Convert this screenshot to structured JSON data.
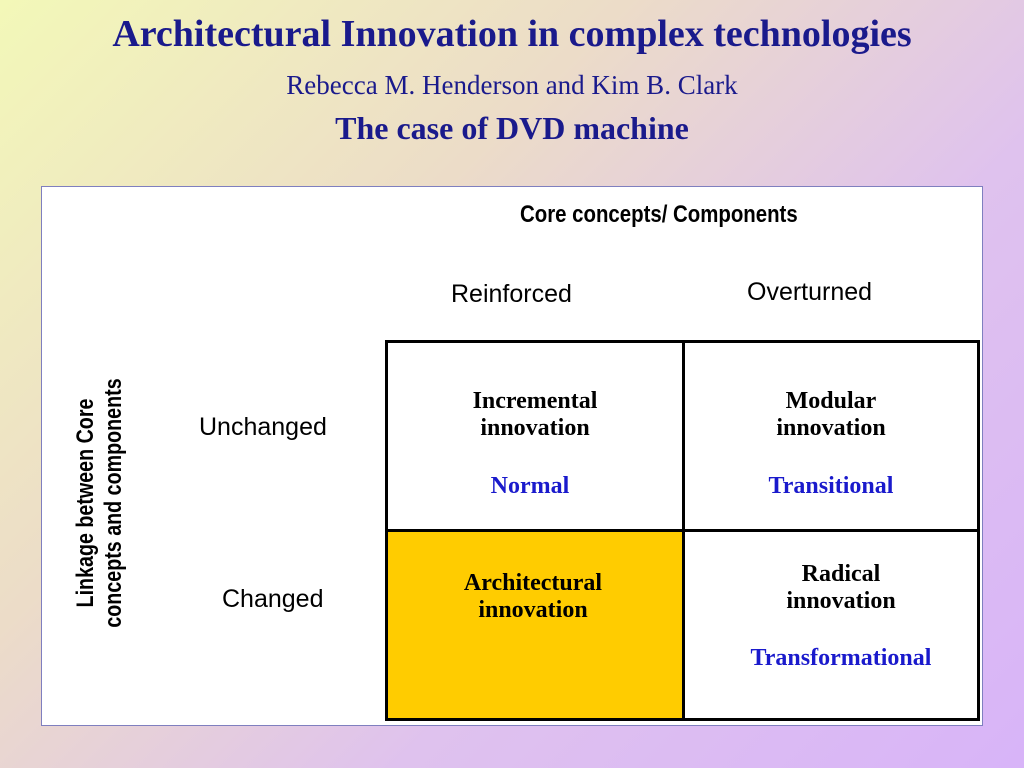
{
  "title": "Architectural Innovation in complex technologies",
  "authors": "Rebecca M. Henderson and Kim B. Clark",
  "subtitle": "The case of DVD machine",
  "matrix": {
    "top_axis": "Core concepts/ Components",
    "columns": [
      "Reinforced",
      "Overturned"
    ],
    "side_axis": [
      "Linkage between Core",
      "concepts and components"
    ],
    "rows": [
      "Unchanged",
      "Changed"
    ],
    "cells": {
      "incremental": {
        "name_line1": "Incremental",
        "name_line2": "innovation",
        "tag": "Normal"
      },
      "modular": {
        "name_line1": "Modular",
        "name_line2": "innovation",
        "tag": "Transitional"
      },
      "architectural": {
        "name_line1": "Architectural",
        "name_line2": "innovation",
        "tag": ""
      },
      "radical": {
        "name_line1": "Radical",
        "name_line2": "innovation",
        "tag": "Transformational"
      }
    },
    "highlight_color": "#ffcc00",
    "tag_color": "#1a1acc",
    "title_color": "#1a1a8c"
  }
}
